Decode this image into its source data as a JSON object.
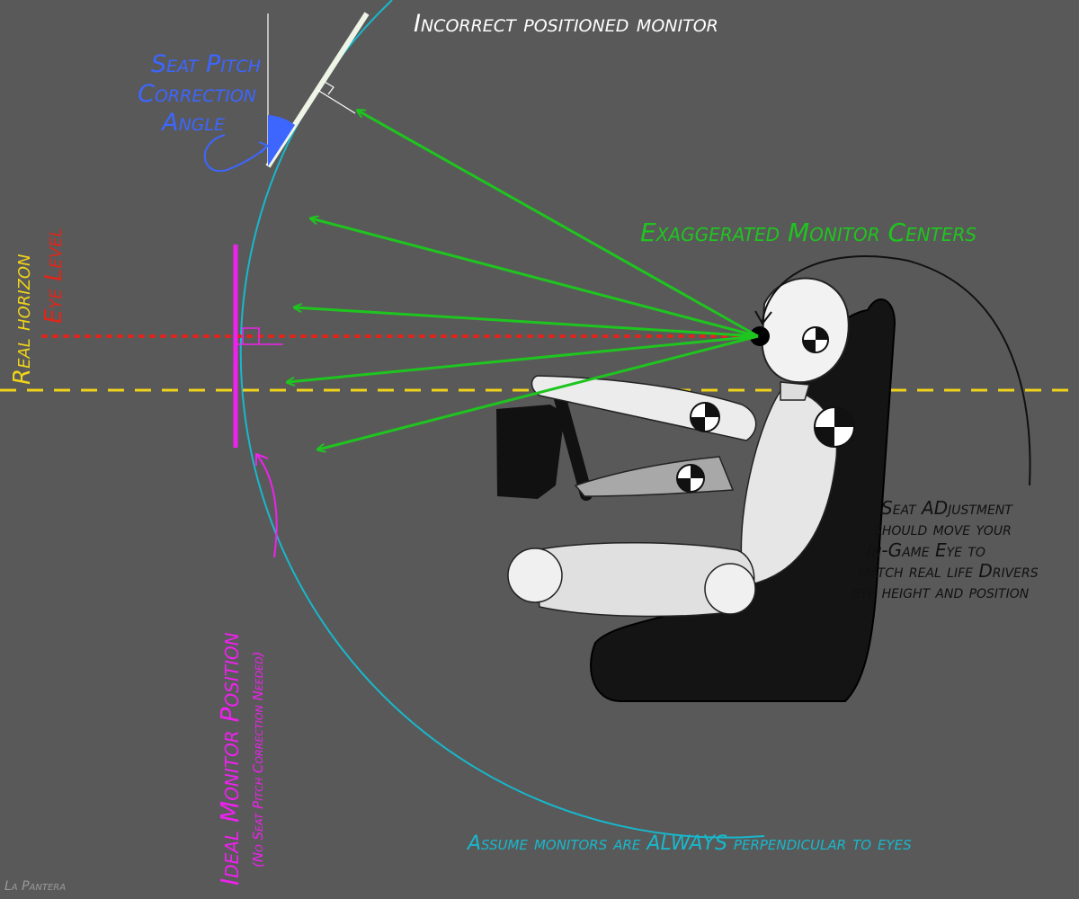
{
  "labels": {
    "incorrect_monitor": "Incorrect positioned monitor",
    "seat_pitch_line1": "Seat Pitch",
    "seat_pitch_line2": "Correction",
    "seat_pitch_line3": "Angle",
    "exaggerated_centers": "Exaggerated Monitor Centers",
    "real_horizon": "Real horizon",
    "eye_level": "Eye Level",
    "ideal_position": "Ideal Monitor Position",
    "ideal_position_note": "(No Seat Pitch Correction Needed)",
    "seat_adjust_1": "Seat ADjustment",
    "seat_adjust_2": "should move your",
    "seat_adjust_3": "In-Game Eye to",
    "seat_adjust_4": "match real life Drivers",
    "seat_adjust_5": "eye height and position",
    "assume_perpendicular": "Assume monitors are ALWAYS perpendicular to eyes",
    "signature": "La Pantera"
  },
  "colors": {
    "background": "#595959",
    "incorrect_monitor": "#eef5e6",
    "seat_pitch": "#3d66ff",
    "exaggerated": "#1fc51f",
    "real_horizon": "#f0d41a",
    "eye_level": "#e0261a",
    "ideal_monitor": "#ee22ee",
    "arc": "#18b8cc",
    "annotation": "#111111"
  }
}
